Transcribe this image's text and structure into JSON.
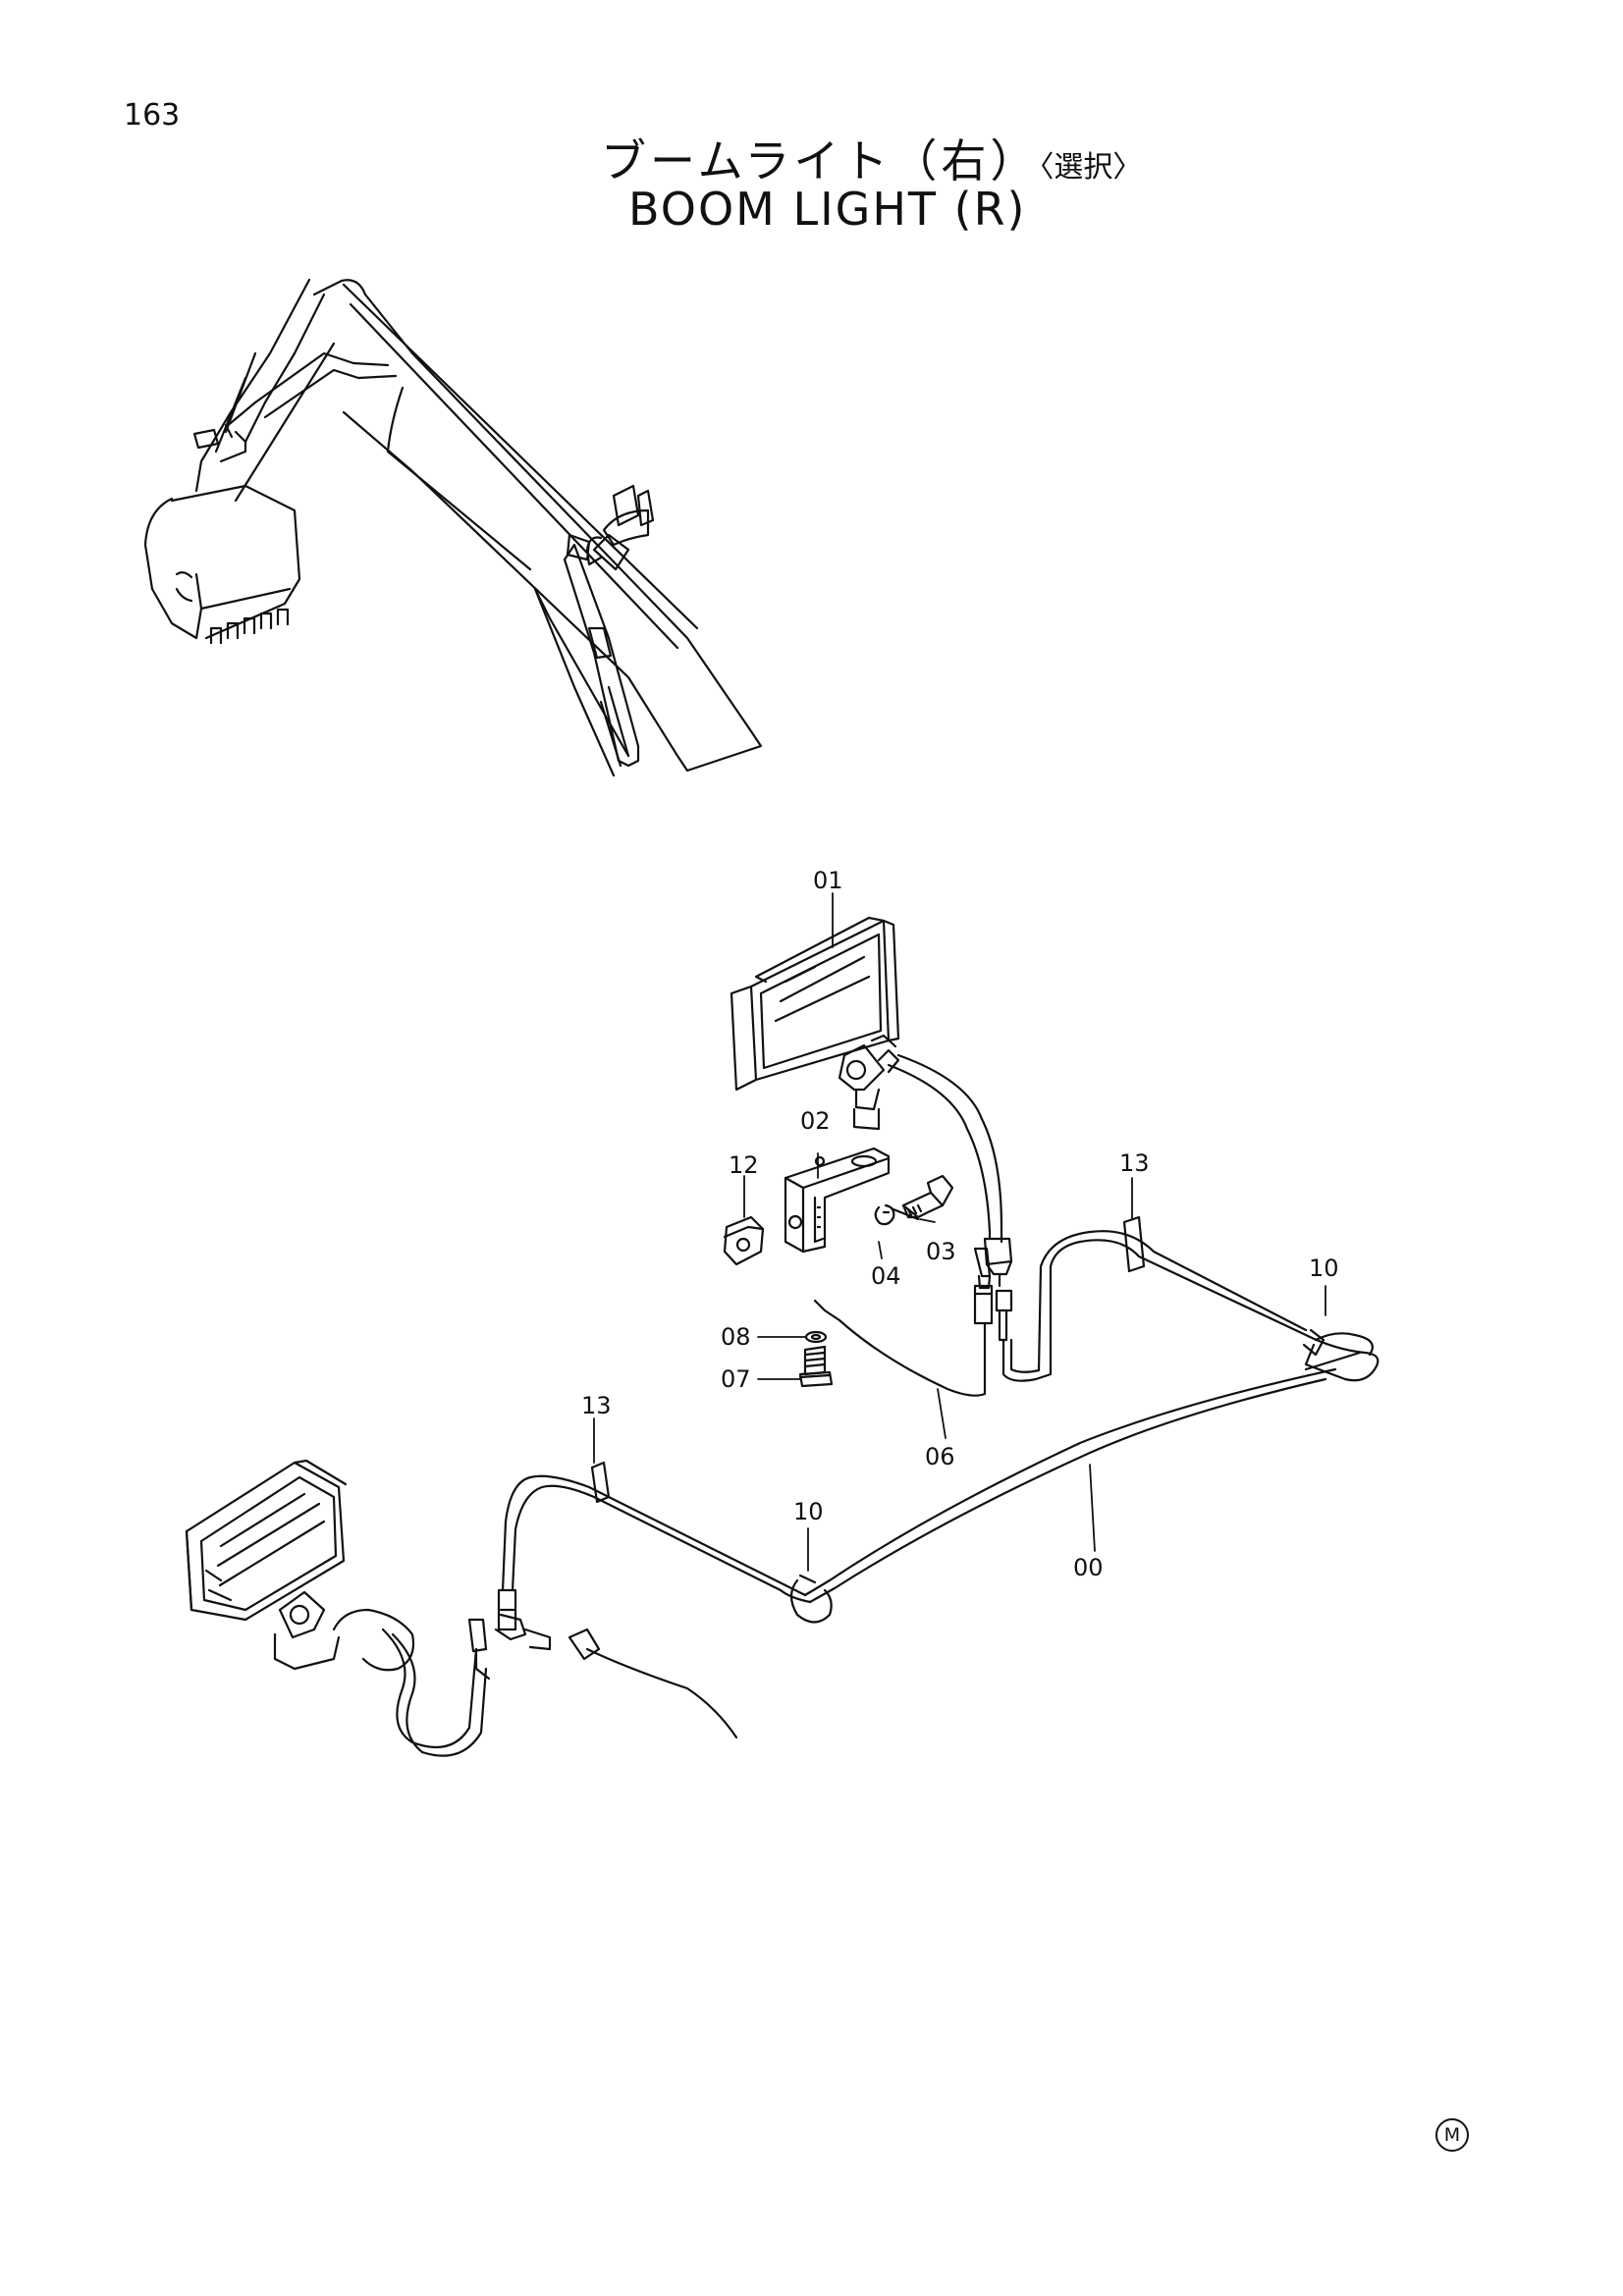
{
  "page": {
    "number": "163"
  },
  "title": {
    "japanese": "ブームライト（右）",
    "japanese_note": "〈選択〉",
    "english": "BOOM LIGHT (R)"
  },
  "callouts": [
    {
      "id": "01",
      "part": "light-assembly"
    },
    {
      "id": "02",
      "part": "bracket"
    },
    {
      "id": "12",
      "part": "nut"
    },
    {
      "id": "03",
      "part": "bolt"
    },
    {
      "id": "04",
      "part": "lock-washer"
    },
    {
      "id": "13",
      "part": "tape"
    },
    {
      "id": "10",
      "part": "clamp"
    },
    {
      "id": "08",
      "part": "washer"
    },
    {
      "id": "07",
      "part": "screw"
    },
    {
      "id": "06",
      "part": "wire"
    },
    {
      "id": "13",
      "part": "tape"
    },
    {
      "id": "10",
      "part": "clamp"
    },
    {
      "id": "00",
      "part": "harness"
    }
  ],
  "mark": "M",
  "icons": [
    "excavator-boom-illustration",
    "work-light-illustration"
  ]
}
